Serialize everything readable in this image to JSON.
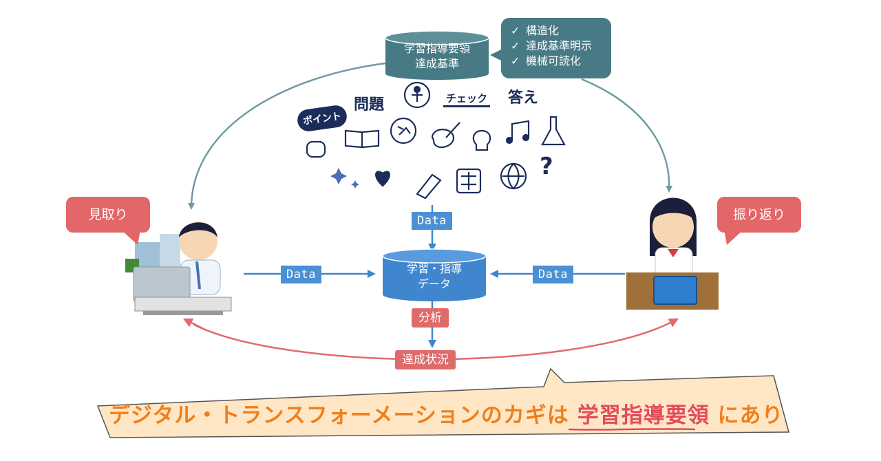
{
  "top_db": {
    "line1": "学習指導要領",
    "line2": "達成基準"
  },
  "checklist": {
    "mark": "✓",
    "items": [
      "構造化",
      "達成基準明示",
      "機械可読化"
    ]
  },
  "icon_words": {
    "point": "ポイント",
    "mondai": "問題",
    "check": "チェック",
    "kotae": "答え"
  },
  "center_db": {
    "line1": "学習・指導",
    "line2": "データ"
  },
  "data_labels": {
    "top": "Data",
    "left": "Data",
    "right": "Data"
  },
  "bunseki": "分析",
  "tassei": "達成状況",
  "left_bubble": "見取り",
  "right_bubble": "振り返り",
  "headline": {
    "prefix": "デジタル・トランスフォーメーションのカギは ",
    "highlight": "学習指導要領",
    "suffix": " にあり"
  },
  "colors": {
    "teal": "#477a84",
    "blue": "#4a90d4",
    "red": "#e06a6a",
    "orange": "#f07f1c",
    "navy": "#1c2d5a"
  }
}
